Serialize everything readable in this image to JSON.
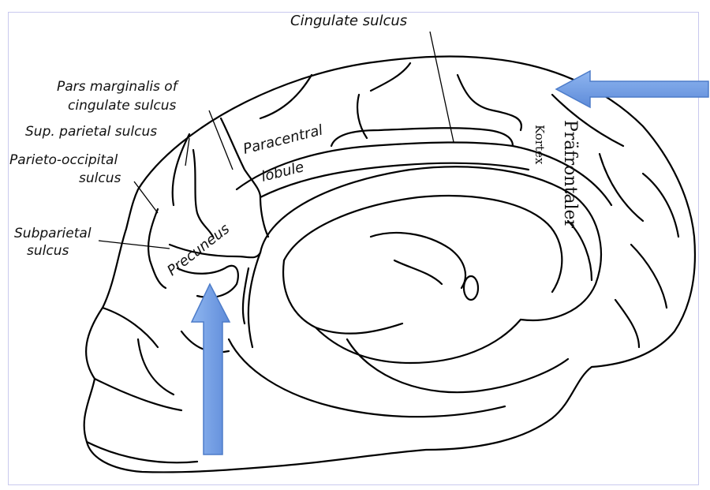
{
  "labels": {
    "cingulate_sulcus": "Cingulate sulcus",
    "pars_marginalis_1": "Pars marginalis of",
    "pars_marginalis_2": "cingulate sulcus",
    "sup_parietal": "Sup. parietal sulcus",
    "parieto_occipital_1": "Parieto-occipital",
    "parieto_occipital_2": "sulcus",
    "subparietal_1": "Subparietal",
    "subparietal_2": "sulcus",
    "paracentral_1": "Paracentral",
    "paracentral_2": "lobule",
    "precuneus": "Precuneus",
    "praefrontaler": "Präfrontaler",
    "kortex": "Kortex"
  },
  "arrows": {
    "color": "#6f9be0",
    "edge_color": "#4d7cc9",
    "right_arrow": "points left toward prefrontal cortex",
    "bottom_arrow": "points up toward precuneus"
  }
}
